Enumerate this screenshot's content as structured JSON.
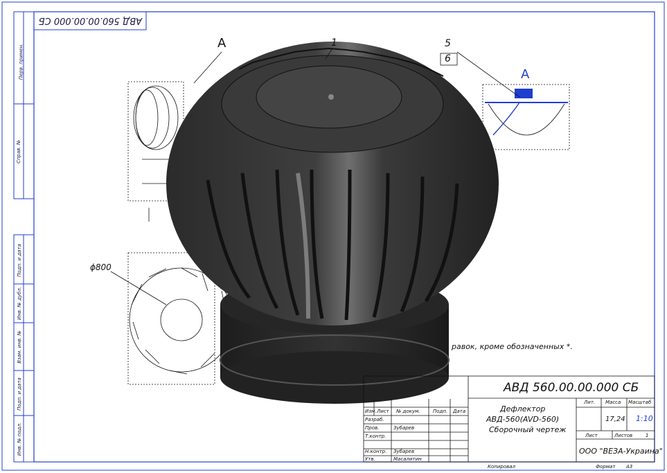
{
  "stamp": {
    "mirrored_code": "АВД 560.00.00.000 СБ",
    "drawing_code": "АВД 560.00.00.000 СБ",
    "title_line1": "Дефлектор",
    "title_line2": "АВД-560(AVD-560)",
    "title_line3": "Сборочный чертеж",
    "company": "ООО \"ВЕЗА-Украина\"",
    "mass": "17,24",
    "scale": "1:10",
    "header_lit": "Лит.",
    "header_mass": "Масса",
    "header_scale": "Масштаб",
    "sheet_label": "Лист",
    "sheets_label": "Листов",
    "sheets_count": "1",
    "col_change": "Изм.",
    "col_sheet": "Лист",
    "col_doc": "№ докум.",
    "col_sign": "Подп.",
    "col_date": "Дата",
    "row_labels": [
      "Разраб.",
      "Пров.",
      "Т.контр.",
      "",
      "Н.контр.",
      "Утв."
    ],
    "names": [
      "",
      "Зубарев",
      "",
      "",
      "Зубарев",
      "Масалитин"
    ],
    "copied": "Копировал",
    "format_label": "Формат",
    "format_value": "А3"
  },
  "side_columns": [
    "Перв. примен.",
    "Справ. №",
    "Подп. и дата",
    "Инв. № дубл.",
    "Взам. инв. №",
    "Подп. и дата",
    "Инв. № подл."
  ],
  "labels": {
    "view_a_top": "A",
    "view_a_right": "A",
    "callout_1": "1",
    "callout_5": "5",
    "callout_6": "6",
    "diameter": "ϕ800",
    "note_fragment": "равок, кроме обозначенных *."
  },
  "colors": {
    "frame": "#1f3ecf",
    "body": "#2a2a2a",
    "blade": "#3a3a3a",
    "highlight": "#8a8a8a",
    "text": "#1a1a4a"
  }
}
